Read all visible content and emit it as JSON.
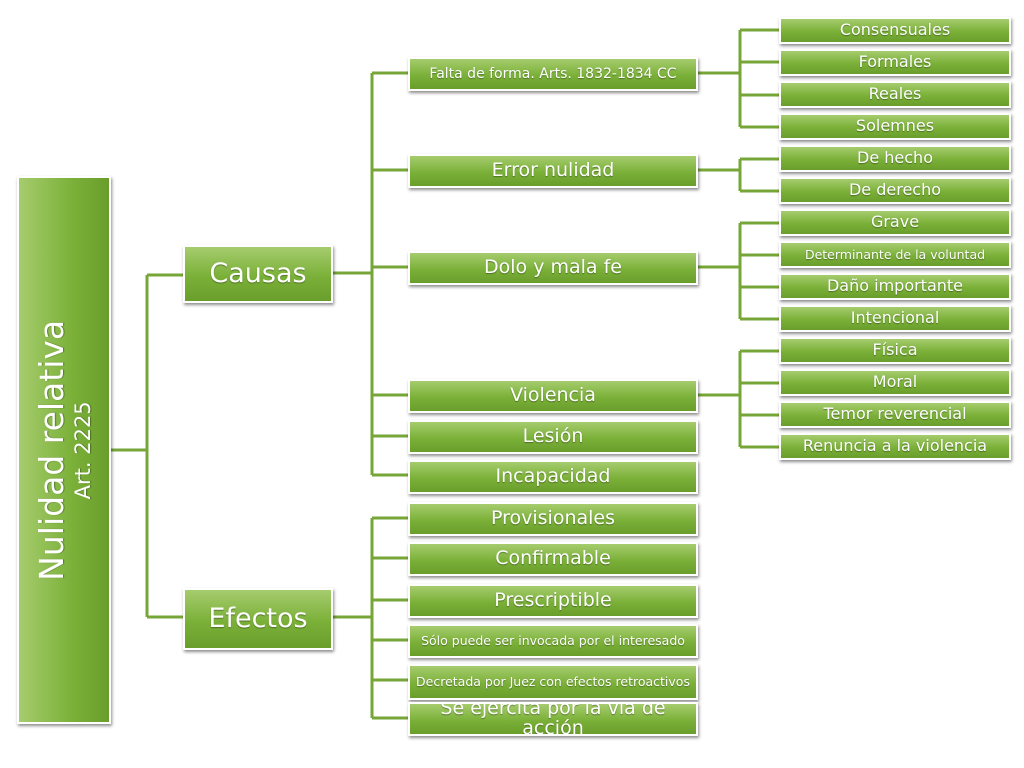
{
  "root": {
    "title": "Nulidad relativa",
    "subtitle": "Art. 2225"
  },
  "causas": {
    "label": "Causas",
    "items": [
      {
        "label": "Falta de forma. Arts. 1832-1834 CC",
        "children": [
          "Consensuales",
          "Formales",
          "Reales",
          "Solemnes"
        ]
      },
      {
        "label": "Error nulidad",
        "children": [
          "De hecho",
          "De derecho"
        ]
      },
      {
        "label": "Dolo y mala fe",
        "children": [
          "Grave",
          "Determinante de la voluntad",
          "Daño importante",
          "Intencional"
        ]
      },
      {
        "label": "Violencia",
        "children": [
          "Física",
          "Moral",
          "Temor reverencial",
          "Renuncia a la violencia"
        ]
      },
      {
        "label": "Lesión"
      },
      {
        "label": "Incapacidad"
      }
    ]
  },
  "efectos": {
    "label": "Efectos",
    "items": [
      {
        "label": "Provisionales"
      },
      {
        "label": "Confirmable"
      },
      {
        "label": "Prescriptible"
      },
      {
        "label": "Sólo puede ser invocada por el interesado"
      },
      {
        "label": "Decretada por Juez con efectos retroactivos"
      },
      {
        "label": "Se ejercita por la vía de acción"
      }
    ]
  },
  "colors": {
    "connector": "#76a637",
    "box_top": "#a6cc6e",
    "box_bottom": "#6a9e2c",
    "text": "#ffffff"
  }
}
